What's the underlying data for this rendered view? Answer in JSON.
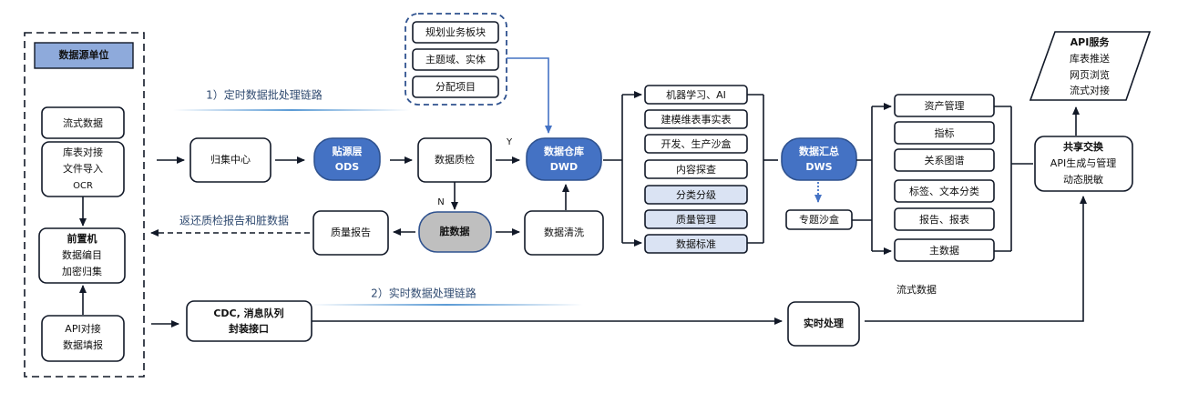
{
  "colors": {
    "accent_blue": "#4472c4",
    "header_blue": "#8eaadb",
    "light_blue": "#dae3f3",
    "dirty_gray": "#bfbfbf",
    "line": "#111827",
    "label_text": "#2f4a70"
  },
  "source_unit": {
    "header": "数据源单位",
    "streaming": "流式数据",
    "db_file_ocr": [
      "库表对接",
      "文件导入",
      "OCR"
    ],
    "front_machine": [
      "前置机",
      "数据编目",
      "加密归集"
    ],
    "api_fill": [
      "API对接",
      "数据填报"
    ]
  },
  "batch_chain": {
    "label": "1）定时数据批处理链路",
    "collection_center": "归集中心",
    "ods": [
      "贴源层",
      "ODS"
    ],
    "quality_check": "数据质检",
    "yes_label": "Y",
    "no_label": "N",
    "dwd": [
      "数据仓库",
      "DWD"
    ],
    "dirty_data": "脏数据",
    "data_cleaning": "数据清洗",
    "quality_report": "质量报告",
    "return_label": "返还质检报告和脏数据"
  },
  "planning": {
    "items": [
      "规划业务板块",
      "主题域、实体",
      "分配项目"
    ]
  },
  "dwd_services": {
    "items": [
      "机器学习、AI",
      "建模维表事实表",
      "开发、生产沙盒",
      "内容探查"
    ],
    "governance_items": [
      "分类分级",
      "质量管理",
      "数据标准"
    ]
  },
  "dws": {
    "label": [
      "数据汇总",
      "DWS"
    ],
    "sandbox": "专题沙盒",
    "items": [
      "资产管理",
      "指标",
      "关系图谱",
      "标签、文本分类",
      "报告、报表",
      "主数据"
    ]
  },
  "sharing": {
    "exchange": [
      "共享交换",
      "API生成与管理",
      "动态脱敏"
    ],
    "api_service": [
      "API服务",
      "库表推送",
      "网页浏览",
      "流式对接"
    ]
  },
  "realtime_chain": {
    "label": "2）实时数据处理链路",
    "cdc": [
      "CDC, 消息队列",
      "封装接口"
    ],
    "realtime_processing": "实时处理",
    "stream_label": "流式数据"
  }
}
